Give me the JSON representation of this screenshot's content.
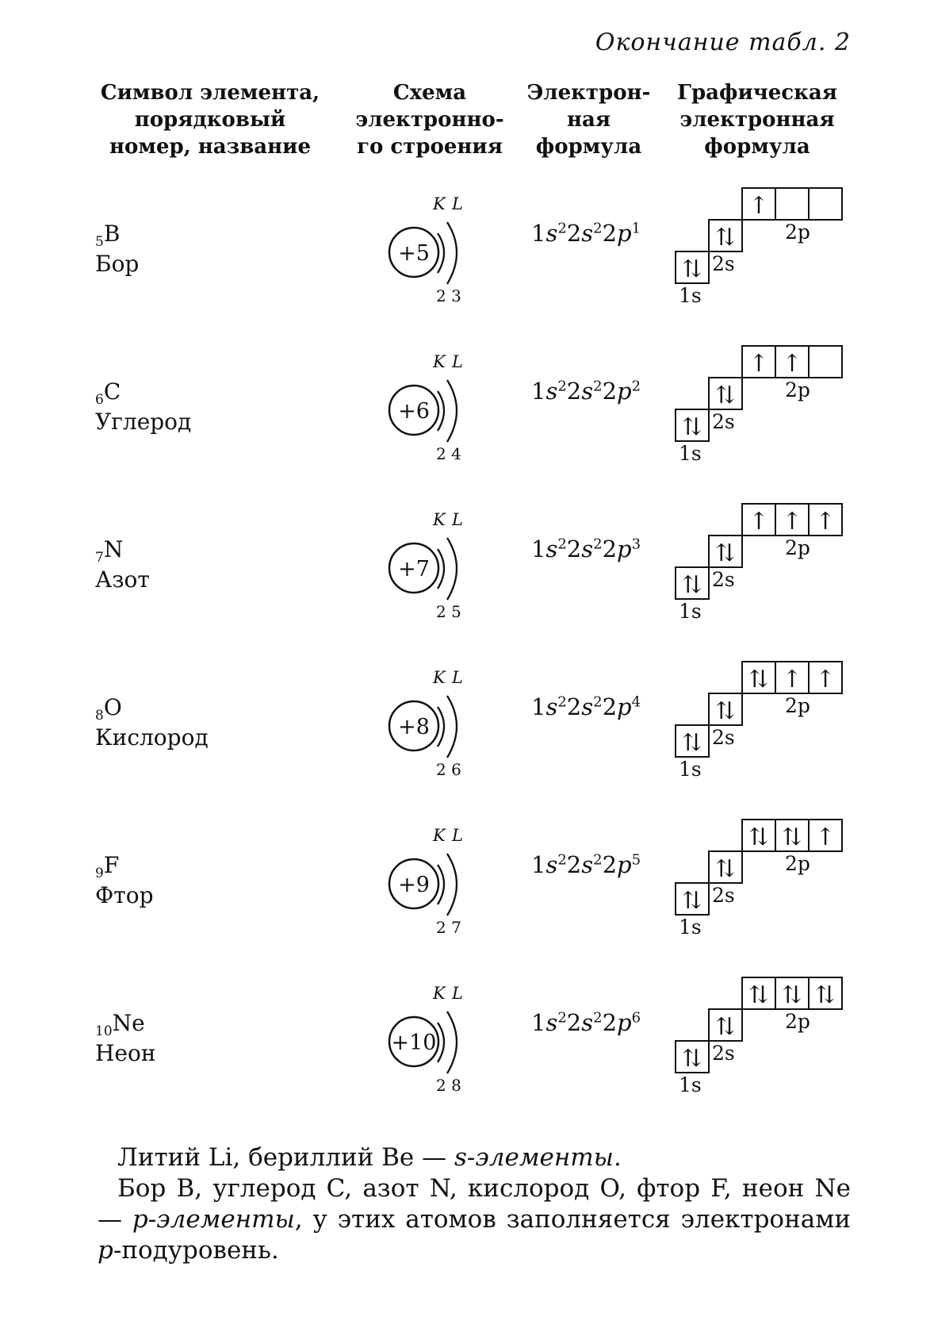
{
  "caption": "Окончание табл. 2",
  "headers": {
    "col1": "Символ элемента,\nпорядковый\nномер, название",
    "col2": "Схема\nэлектронно-\nго строения",
    "col3": "Электрон-\nная\nформула",
    "col4": "Графическая\nэлектронная\nформула"
  },
  "shell_labels": {
    "k": "K",
    "l": "L"
  },
  "orbital_labels": {
    "s1": "1s",
    "s2": "2s",
    "p2": "2p"
  },
  "arrow_glyphs": {
    "single": "↑",
    "pair": "⇅"
  },
  "rows": [
    {
      "number": "5",
      "symbol": "B",
      "name": "Бор",
      "charge": "+5",
      "shells": "2 3",
      "formula": {
        "a": "1",
        "b": "s",
        "c": "2",
        "d": "2",
        "e": "s",
        "f": "2",
        "g": "2",
        "h": "p",
        "i": "1"
      },
      "orbitals": {
        "s1": 2,
        "s2": 2,
        "p": [
          1,
          0,
          0
        ]
      }
    },
    {
      "number": "6",
      "symbol": "C",
      "name": "Углерод",
      "charge": "+6",
      "shells": "2 4",
      "formula": {
        "a": "1",
        "b": "s",
        "c": "2",
        "d": "2",
        "e": "s",
        "f": "2",
        "g": "2",
        "h": "p",
        "i": "2"
      },
      "orbitals": {
        "s1": 2,
        "s2": 2,
        "p": [
          1,
          1,
          0
        ]
      }
    },
    {
      "number": "7",
      "symbol": "N",
      "name": "Азот",
      "charge": "+7",
      "shells": "2 5",
      "formula": {
        "a": "1",
        "b": "s",
        "c": "2",
        "d": "2",
        "e": "s",
        "f": "2",
        "g": "2",
        "h": "p",
        "i": "3"
      },
      "orbitals": {
        "s1": 2,
        "s2": 2,
        "p": [
          1,
          1,
          1
        ]
      }
    },
    {
      "number": "8",
      "symbol": "O",
      "name": "Кислород",
      "charge": "+8",
      "shells": "2 6",
      "formula": {
        "a": "1",
        "b": "s",
        "c": "2",
        "d": "2",
        "e": "s",
        "f": "2",
        "g": "2",
        "h": "p",
        "i": "4"
      },
      "orbitals": {
        "s1": 2,
        "s2": 2,
        "p": [
          2,
          1,
          1
        ]
      }
    },
    {
      "number": "9",
      "symbol": "F",
      "name": "Фтор",
      "charge": "+9",
      "shells": "2 7",
      "formula": {
        "a": "1",
        "b": "s",
        "c": "2",
        "d": "2",
        "e": "s",
        "f": "2",
        "g": "2",
        "h": "p",
        "i": "5"
      },
      "orbitals": {
        "s1": 2,
        "s2": 2,
        "p": [
          2,
          2,
          1
        ]
      }
    },
    {
      "number": "10",
      "symbol": "Ne",
      "name": "Неон",
      "charge": "+10",
      "shells": "2 8",
      "formula": {
        "a": "1",
        "b": "s",
        "c": "2",
        "d": "2",
        "e": "s",
        "f": "2",
        "g": "2",
        "h": "p",
        "i": "6"
      },
      "orbitals": {
        "s1": 2,
        "s2": 2,
        "p": [
          2,
          2,
          2
        ]
      }
    }
  ],
  "footer": {
    "p1": {
      "a": "Литий Li, бериллий Be — ",
      "b": "s-элементы",
      "c": "."
    },
    "p2": {
      "a": "Бор B, углерод C, азот N, кислород O, фтор F, неон Ne — ",
      "b": "p-элементы",
      "c": ", у этих атомов заполняется электронами ",
      "d": "p",
      "e": "-подуровень."
    }
  }
}
